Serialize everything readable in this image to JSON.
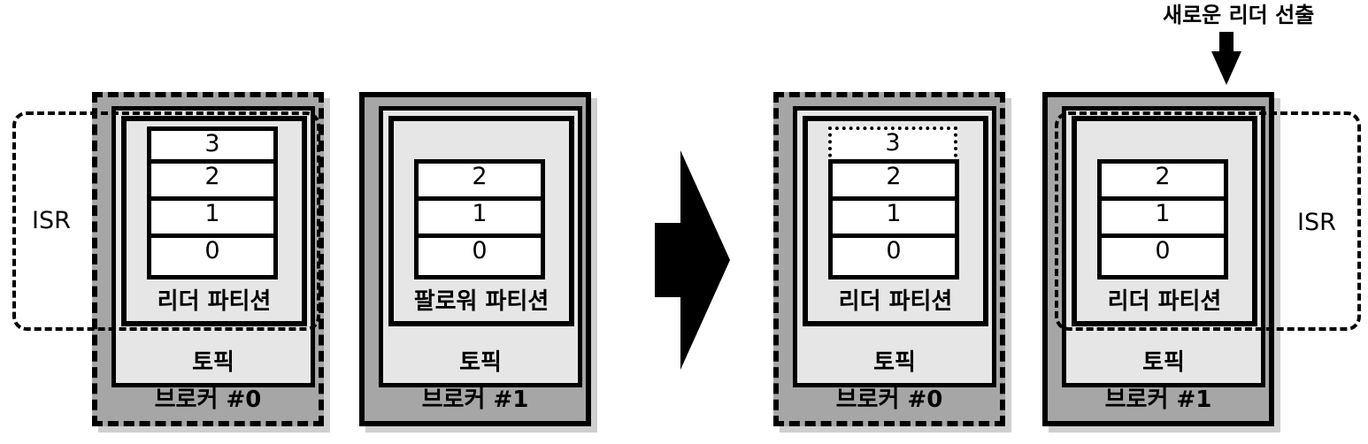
{
  "before": {
    "brokers": [
      {
        "label": "브로커 #0",
        "topic": "토픽",
        "partition": "리더 파티션",
        "offsets": [
          "3",
          "2",
          "1",
          "0"
        ]
      },
      {
        "label": "브로커 #1",
        "topic": "토픽",
        "partition": "팔로워 파티션",
        "offsets": [
          "2",
          "1",
          "0"
        ]
      }
    ],
    "isr_label": "ISR"
  },
  "after": {
    "brokers": [
      {
        "label": "브로커 #0",
        "topic": "토픽",
        "partition": "리더 파티션",
        "offsets": [
          "3",
          "2",
          "1",
          "0"
        ]
      },
      {
        "label": "브로커 #1",
        "topic": "토픽",
        "partition": "리더 파티션",
        "offsets": [
          "2",
          "1",
          "0"
        ]
      }
    ],
    "isr_label": "ISR",
    "new_leader_caption": "새로운 리더 선출"
  }
}
